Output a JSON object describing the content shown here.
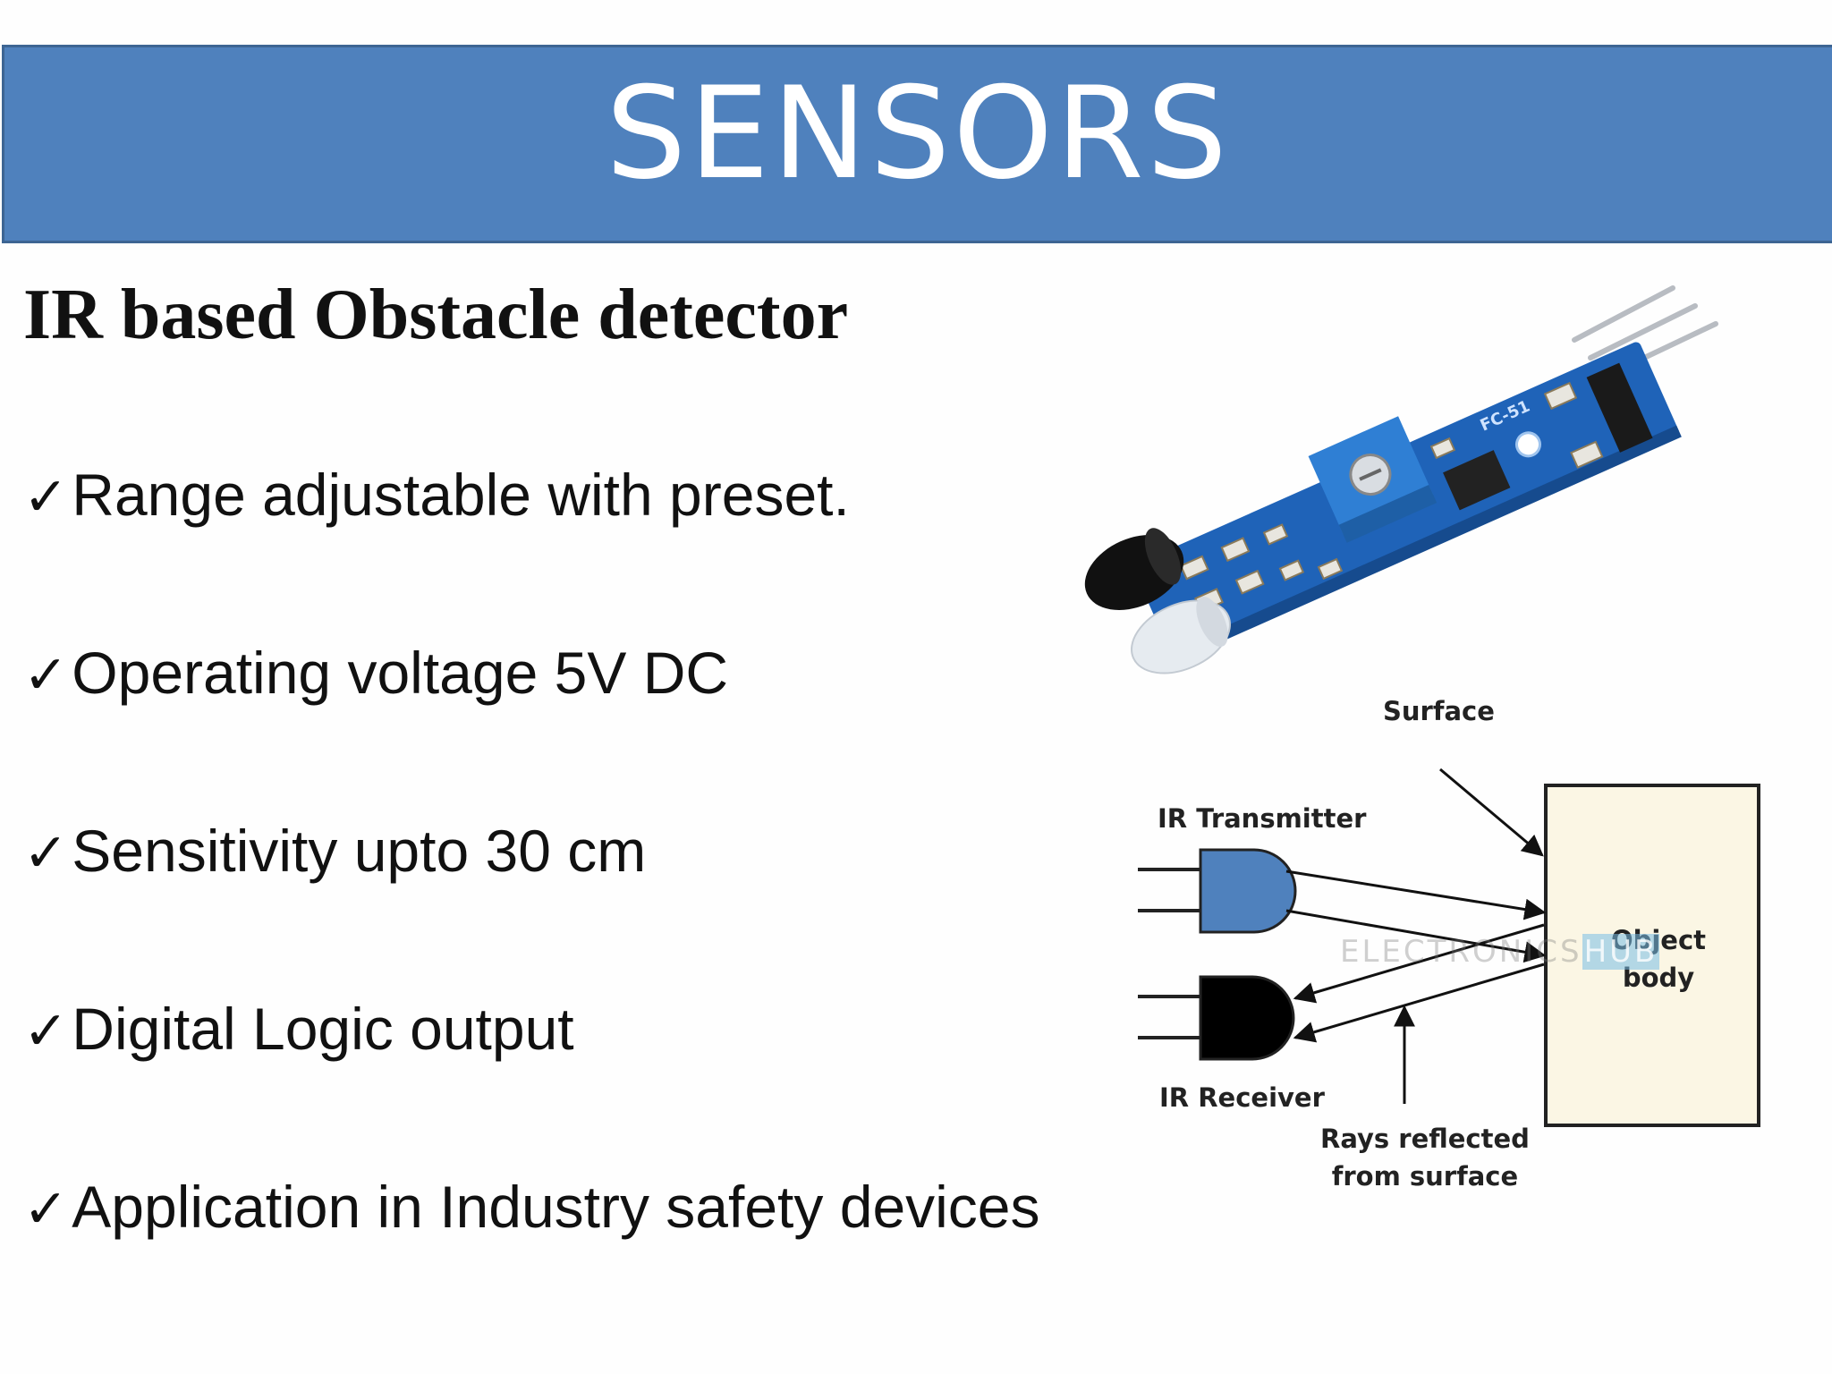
{
  "slide": {
    "title": "SENSORS",
    "subtitle": "IR based Obstacle detector",
    "bullets": [
      {
        "check": "✓",
        "text": "Range adjustable with preset."
      },
      {
        "check": "✓",
        "text": "Operating voltage 5V  DC"
      },
      {
        "check": "✓",
        "text": "Sensitivity upto 30 cm"
      },
      {
        "check": "✓",
        "text": "Digital Logic output"
      },
      {
        "check": "✓",
        "text": "Application in Industry safety devices"
      }
    ]
  },
  "module_image": {
    "board_marking": "FC-51",
    "colors": {
      "pcb": "#1f63b8",
      "potentiometer": "#2f7fd4",
      "led_rx": "#111111",
      "led_tx": "#e6ebf0"
    }
  },
  "diagram": {
    "surface_label": "Surface",
    "transmitter_label": "IR Transmitter",
    "receiver_label": "IR Receiver",
    "object_label_line1": "Object",
    "object_label_line2": "body",
    "rays_label_line1": "Rays reflected",
    "rays_label_line2": "from surface",
    "watermark_text": "ELECTRONICS",
    "watermark_hub": "HUB",
    "colors": {
      "transmitter": "#4f81bd",
      "receiver": "#000000",
      "object_fill": "#fbf6e4"
    }
  }
}
